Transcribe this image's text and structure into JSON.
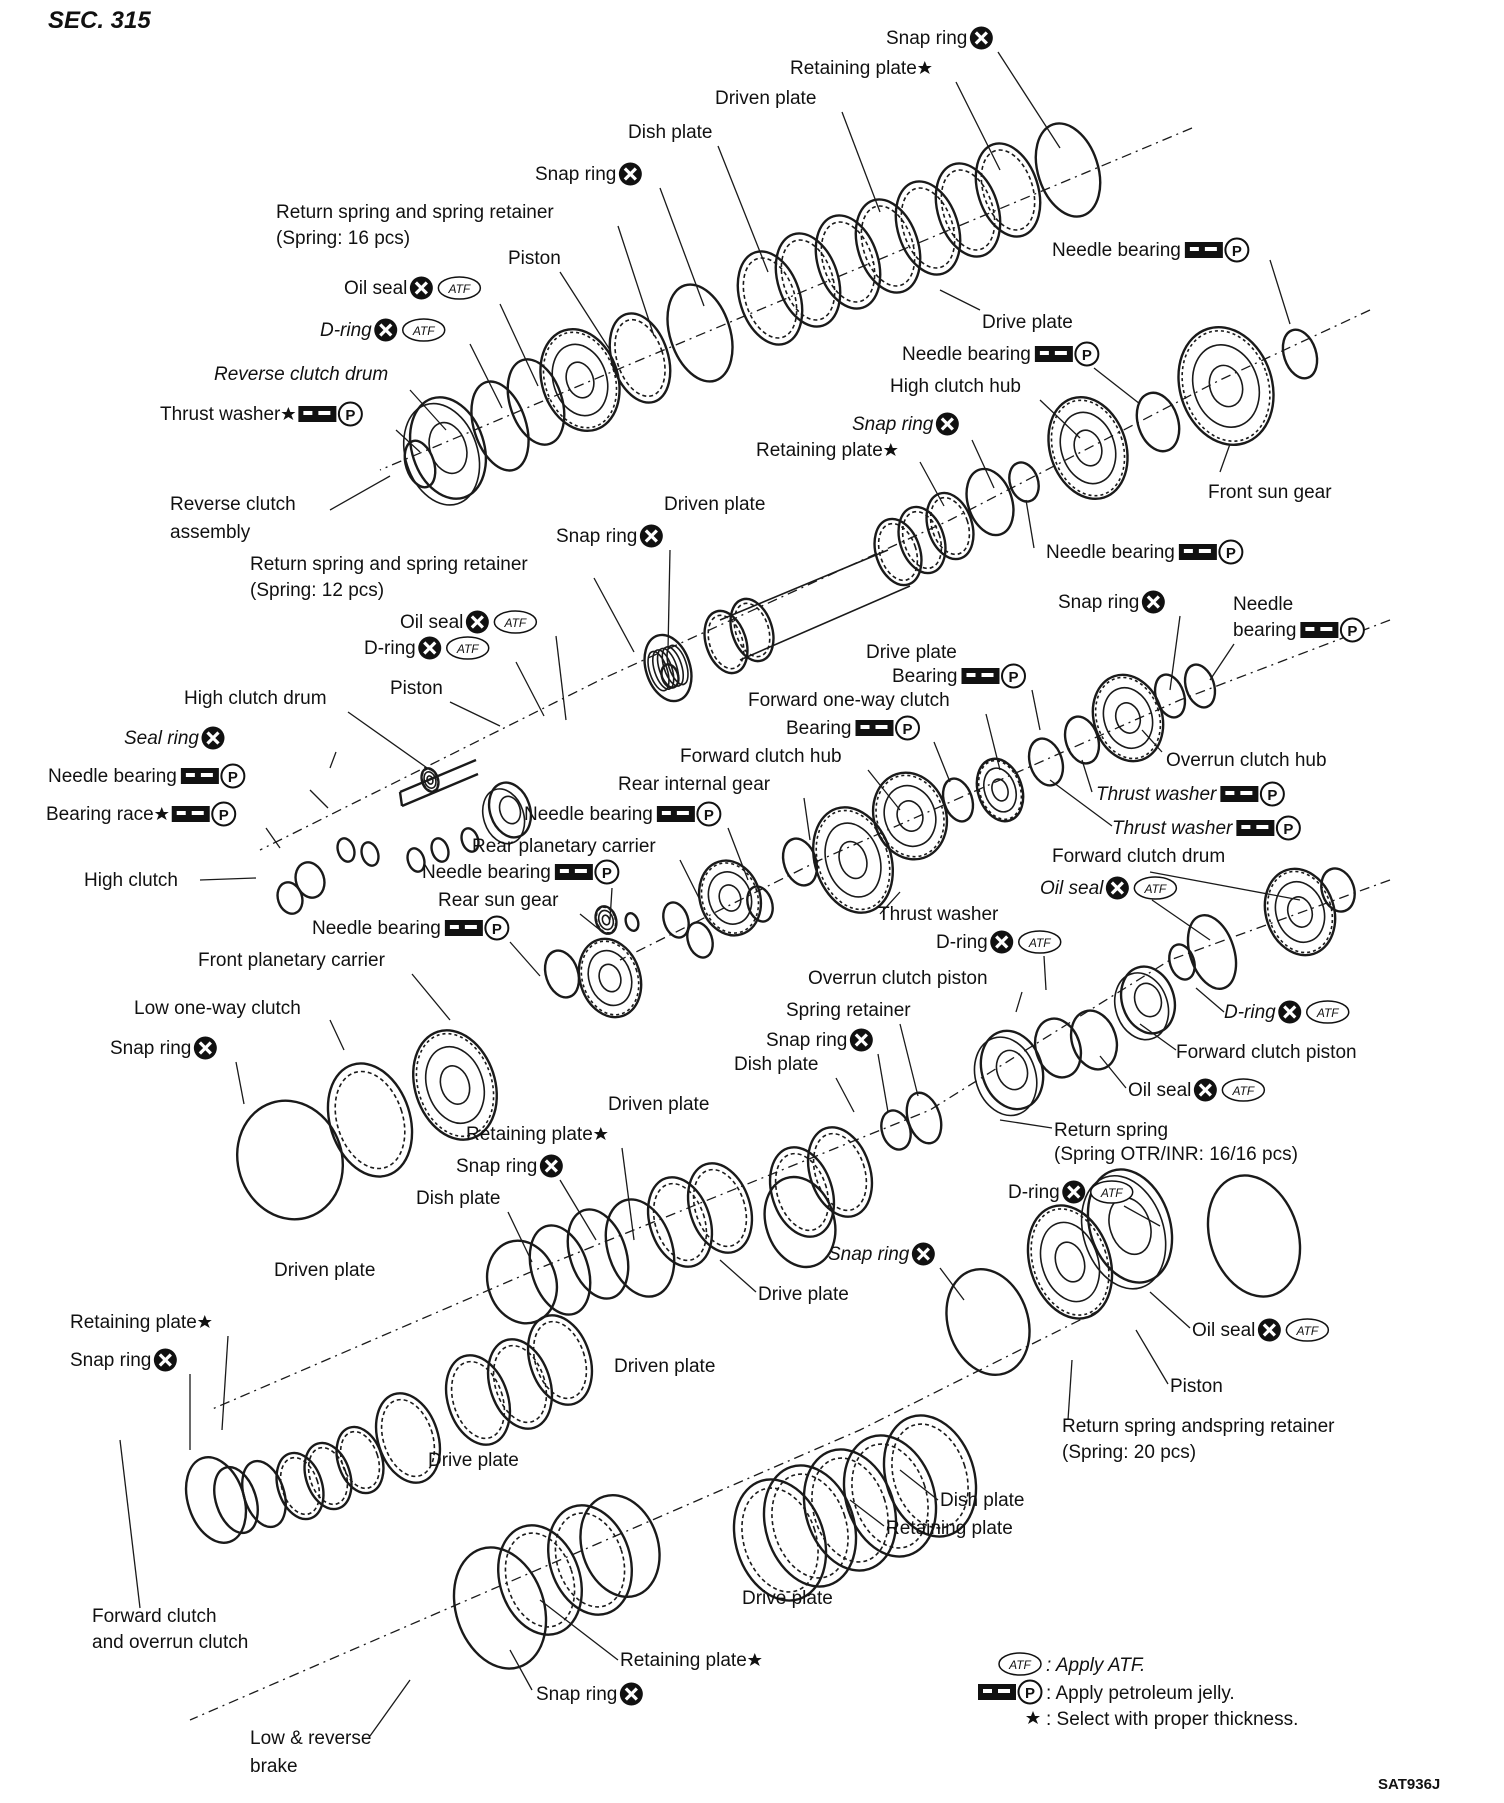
{
  "header": {
    "section": "SEC. 315",
    "code": "SAT936J"
  },
  "legend": [
    {
      "symbol": "atf",
      "text": ": Apply ATF."
    },
    {
      "symbol": "jelly",
      "text": ": Apply petroleum jelly."
    },
    {
      "symbol": "star",
      "text": ": Select with proper thickness."
    }
  ],
  "labels": [
    "Snap ring",
    "Retaining plate",
    "Driven plate",
    "Dish plate",
    "Snap ring",
    "Return spring and spring retainer",
    "(Spring: 16 pcs)",
    "Piston",
    "Oil seal",
    "D-ring",
    "Needle bearing",
    "Drive plate",
    "Needle bearing",
    "Reverse clutch drum",
    "High clutch hub",
    "Thrust washer",
    "Snap ring",
    "Retaining plate",
    "Front sun gear",
    "Reverse clutch",
    "assembly",
    "Driven plate",
    "Snap ring",
    "Needle bearing",
    "Return spring and spring retainer",
    "(Spring: 12 pcs)",
    "Snap ring",
    "Needle",
    "bearing",
    "Oil seal",
    "D-ring",
    "Drive plate",
    "Bearing",
    "Forward one-way clutch",
    "High clutch drum",
    "Piston",
    "Seal ring",
    "Bearing",
    "Forward clutch hub",
    "Overrun clutch hub",
    "Needle bearing",
    "Rear internal gear",
    "Thrust washer",
    "Bearing race",
    "Needle bearing",
    "Thrust washer",
    "Rear planetary carrier",
    "High clutch",
    "Forward clutch drum",
    "Needle bearing",
    "Oil seal",
    "Rear sun gear",
    "Thrust washer",
    "Needle bearing",
    "D-ring",
    "Front planetary carrier",
    "Overrun clutch piston",
    "Low one-way clutch",
    "Spring retainer",
    "D-ring",
    "Snap ring",
    "Snap ring",
    "Forward clutch piston",
    "Dish plate",
    "Oil seal",
    "Driven plate",
    "Return spring",
    "(Spring OTR/INR: 16/16 pcs)",
    "Retaining plate",
    "Snap ring",
    "D-ring",
    "Dish plate",
    "Snap ring",
    "Driven plate",
    "Drive plate",
    "Oil seal",
    "Retaining plate",
    "Snap ring",
    "Piston",
    "Driven plate",
    "Return spring andspring retainer",
    "(Spring: 20 pcs)",
    "Drive plate",
    "Dish plate",
    "Retaining plate",
    "Drive plate",
    "Forward clutch",
    "and overrun clutch",
    "Retaining plate",
    "Snap ring",
    "Low & reverse",
    "brake"
  ]
}
